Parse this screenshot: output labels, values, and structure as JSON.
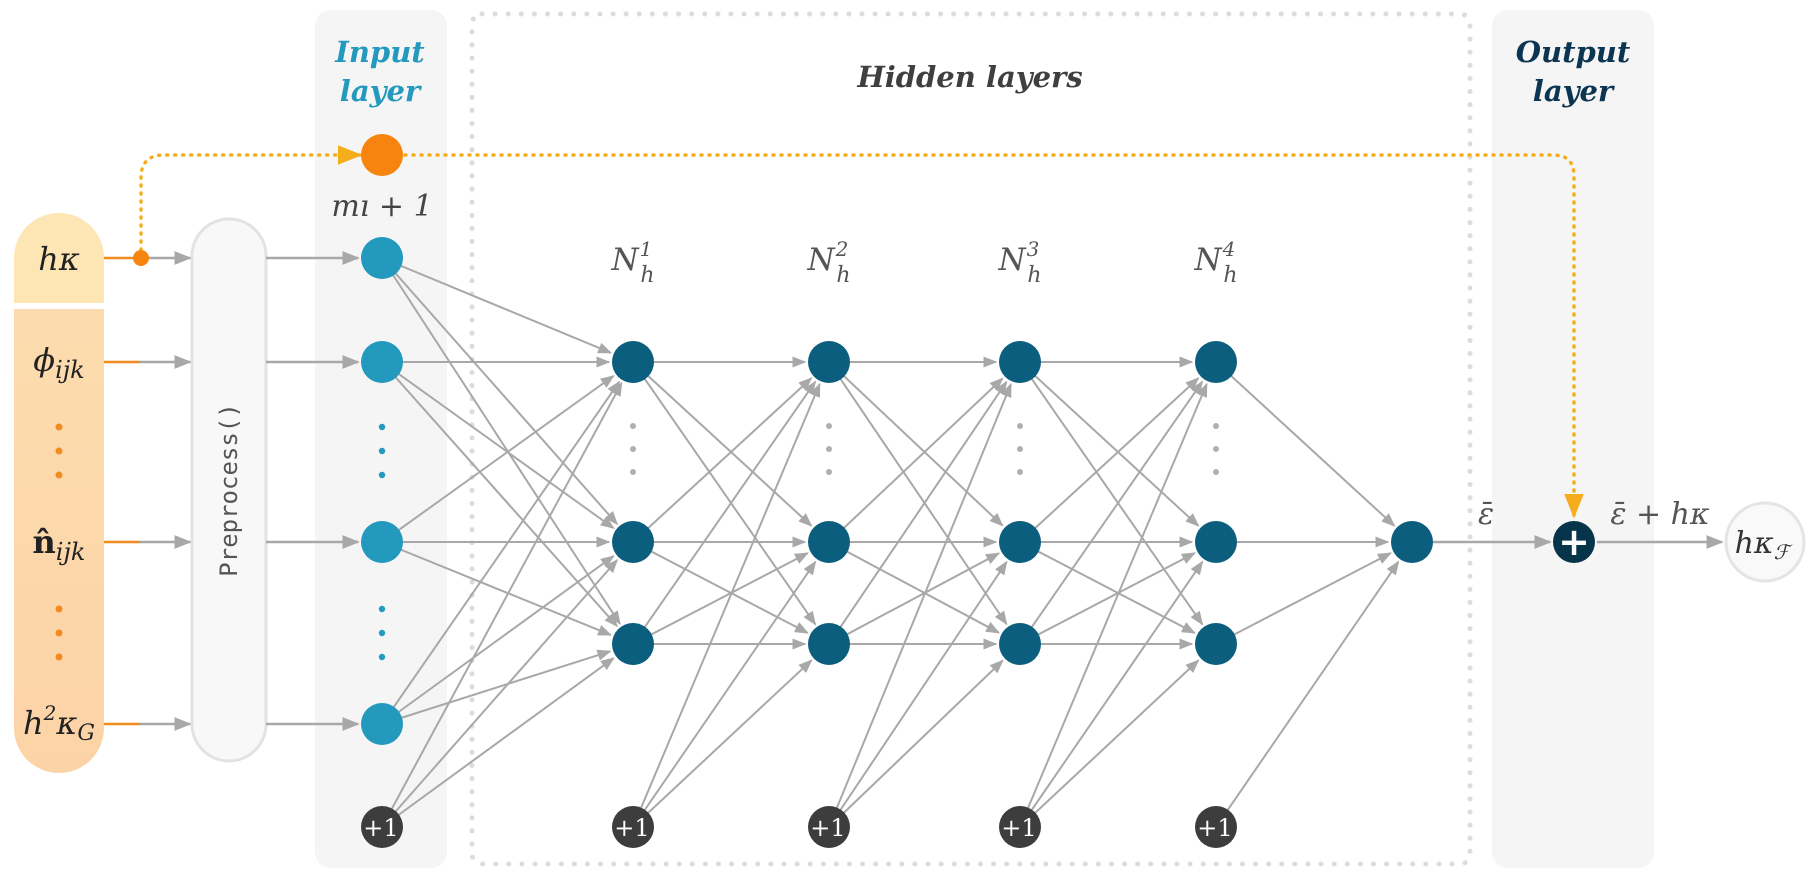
{
  "labels": {
    "input_layer_line1": "Input",
    "input_layer_line2": "layer",
    "hidden_layers": "Hidden layers",
    "output_layer_line1": "Output",
    "output_layer_line2": "layer",
    "preprocess": "Preprocess()",
    "input_count": "mı + 1",
    "bias": "+1",
    "eps_bar": "ε̄",
    "eps_plus_hk": "ε̄ + hκ",
    "output_value": "hκ",
    "output_subscript": "ℱ"
  },
  "inputs": [
    {
      "base": "hκ",
      "sub": "",
      "sup": ""
    },
    {
      "base": "ϕ",
      "sub": "ijk",
      "sup": ""
    },
    {
      "base": "n̂",
      "sub": "ijk",
      "sup": ""
    },
    {
      "base": "h",
      "sub": "G",
      "sup": "2",
      "tail": "κ"
    }
  ],
  "hidden_layer_titles": [
    {
      "base": "N",
      "sub": "h",
      "sup": "1"
    },
    {
      "base": "N",
      "sub": "h",
      "sup": "2"
    },
    {
      "base": "N",
      "sub": "h",
      "sup": "3"
    },
    {
      "base": "N",
      "sub": "h",
      "sup": "4"
    }
  ],
  "colors": {
    "input_node": "#2399bd",
    "hidden_node": "#0b5e7d",
    "sum_node": "#06344a",
    "bias_node": "#3d3d3d",
    "skip_line": "#f6ad1b",
    "skip_node": "#f7840f",
    "input_box_top": "#fde6b3",
    "input_box_bottom": "#fcd6ab",
    "input_arrow": "#f08c1e",
    "edge": "#a8a8a8",
    "input_title": "#2399bd",
    "output_title": "#0b3550",
    "hidden_title": "#3f3f3f",
    "panel": "#f5f5f5"
  }
}
